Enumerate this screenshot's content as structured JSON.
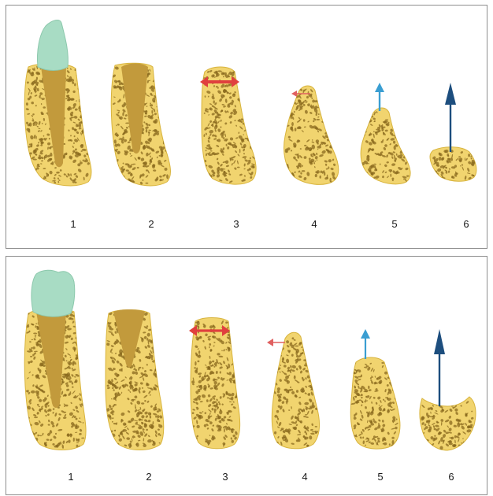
{
  "figure": {
    "colors": {
      "bone": "#f1d46f",
      "bone_edge": "#d8b43d",
      "trabecula_hole": "#8a6a1e",
      "crown": "#a8dcc4",
      "socket": "#c29a3c",
      "horizontal_arrow": "#e0403e",
      "small_arrow": "#e06060",
      "vertical_arrow_light": "#3a9ed2",
      "vertical_arrow_dark": "#1d4e7e",
      "panel_border": "#8e8e8e"
    },
    "panels": [
      {
        "name": "top",
        "stages": [
          {
            "label": "1",
            "feature": "tooth-in-socket"
          },
          {
            "label": "2",
            "feature": "empty-socket"
          },
          {
            "label": "3",
            "feature": "horizontal-loss",
            "arrow": "double-horizontal-red-icon"
          },
          {
            "label": "4",
            "feature": "horizontal-loss",
            "arrow": "left-red-icon"
          },
          {
            "label": "5",
            "feature": "vertical-loss",
            "arrow": "up-blue-icon"
          },
          {
            "label": "6",
            "feature": "vertical-loss",
            "arrow": "up-dark-blue-icon"
          }
        ]
      },
      {
        "name": "bottom",
        "stages": [
          {
            "label": "1",
            "feature": "tooth-in-socket"
          },
          {
            "label": "2",
            "feature": "empty-socket"
          },
          {
            "label": "3",
            "feature": "horizontal-loss",
            "arrow": "double-horizontal-red-icon"
          },
          {
            "label": "4",
            "feature": "horizontal-loss",
            "arrow": "left-red-icon"
          },
          {
            "label": "5",
            "feature": "vertical-loss",
            "arrow": "up-blue-icon"
          },
          {
            "label": "6",
            "feature": "vertical-loss",
            "arrow": "up-dark-blue-icon"
          }
        ]
      }
    ]
  }
}
